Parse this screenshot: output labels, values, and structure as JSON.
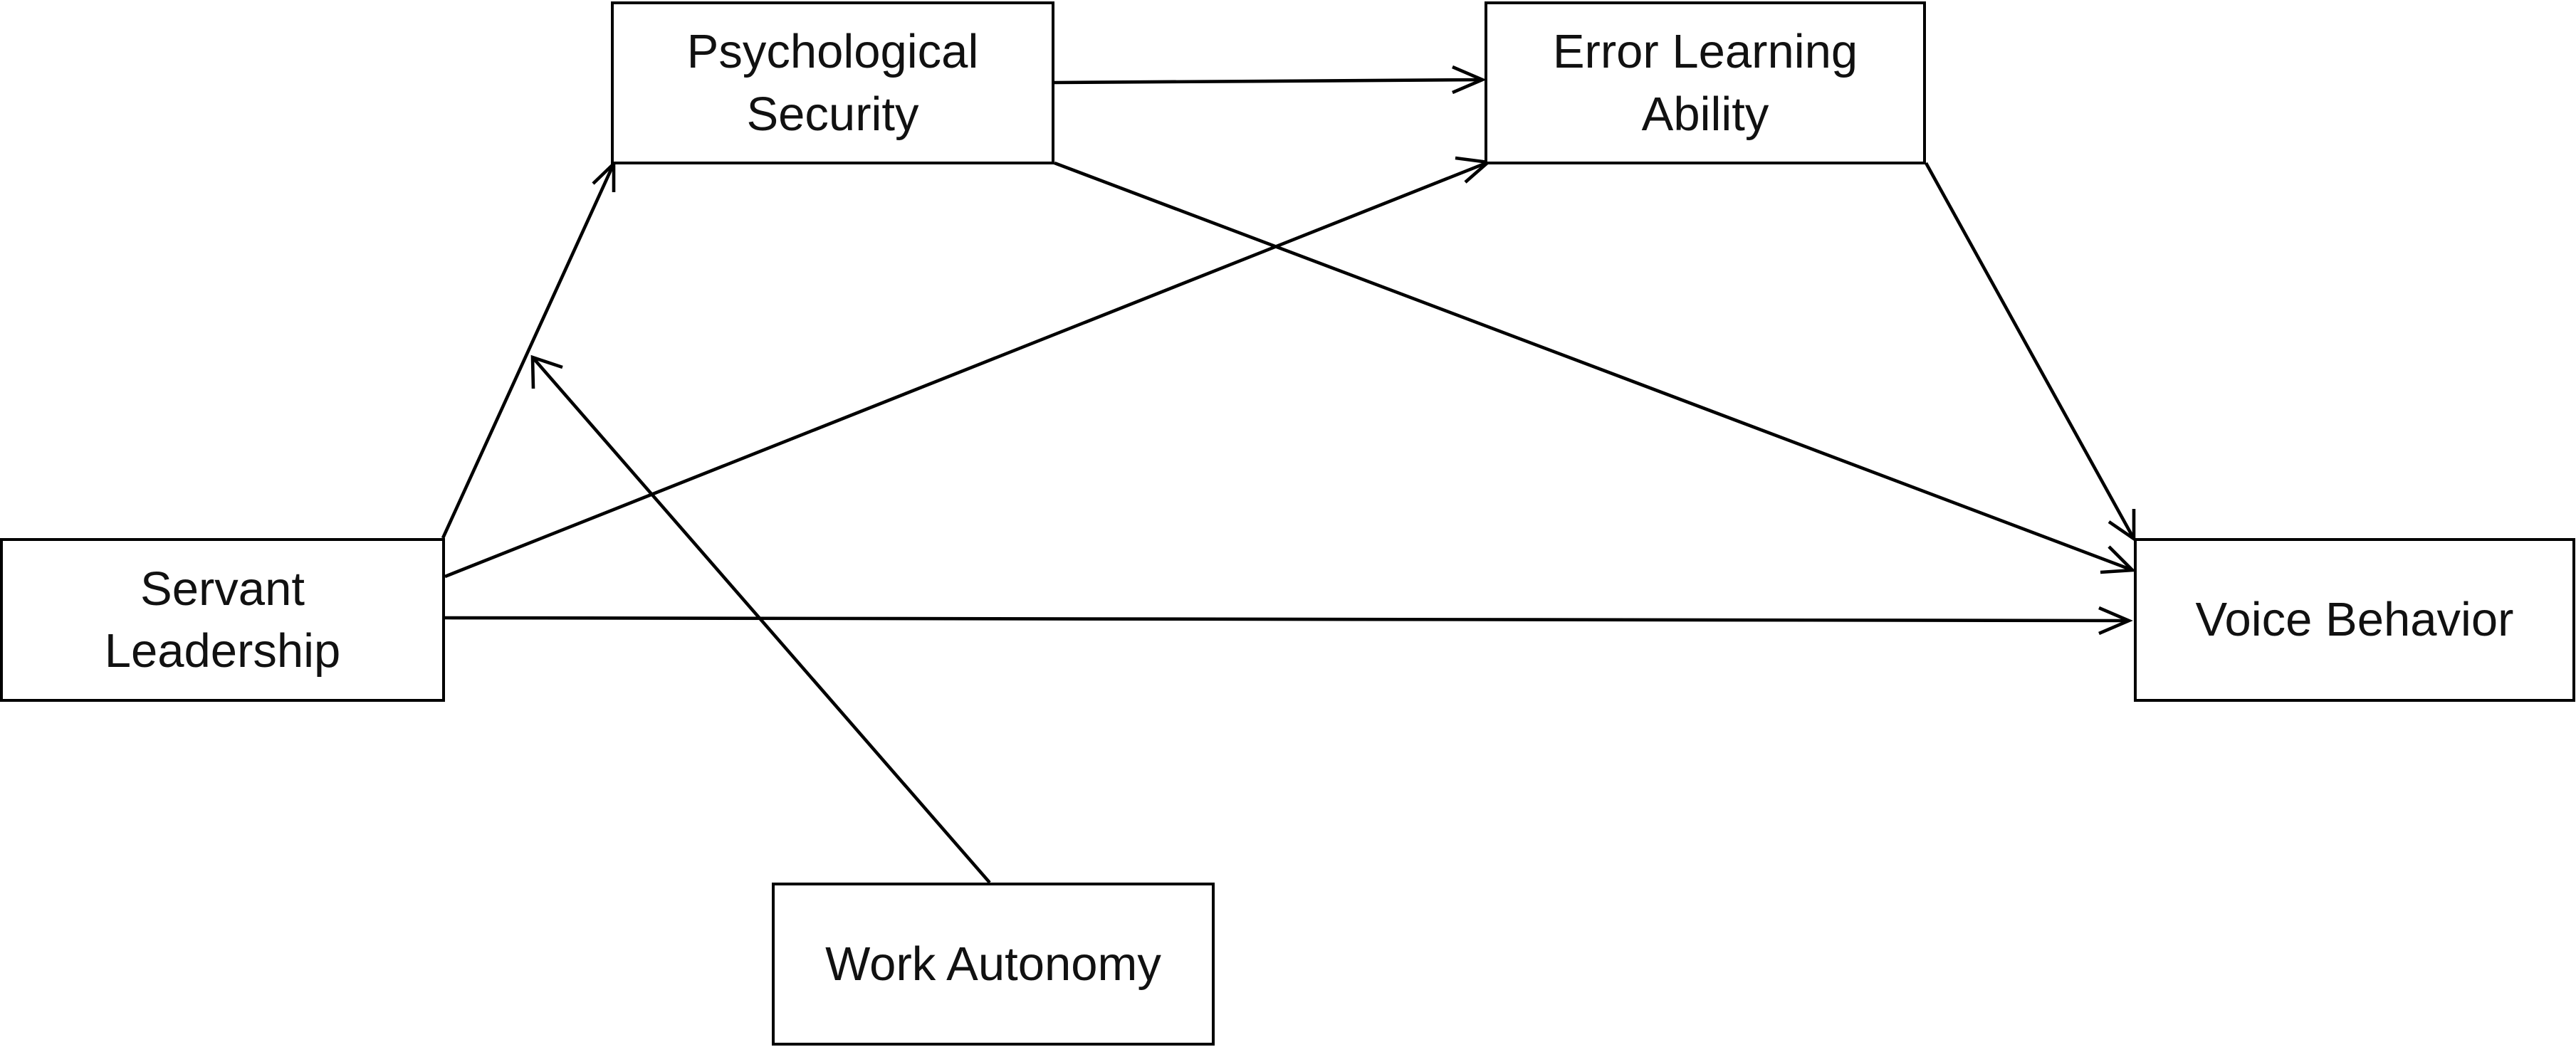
{
  "nodes": {
    "psychological_security": {
      "lines": [
        "Psychological",
        "Security"
      ]
    },
    "error_learning_ability": {
      "lines": [
        "Error Learning",
        "Ability"
      ]
    },
    "servant_leadership": {
      "lines": [
        "Servant",
        "Leadership"
      ]
    },
    "voice_behavior": {
      "lines": [
        "Voice Behavior"
      ]
    },
    "work_autonomy": {
      "lines": [
        "Work Autonomy"
      ]
    }
  },
  "edges": [
    {
      "from": "servant_leadership",
      "to": "psychological_security"
    },
    {
      "from": "servant_leadership",
      "to": "error_learning_ability"
    },
    {
      "from": "servant_leadership",
      "to": "voice_behavior"
    },
    {
      "from": "psychological_security",
      "to": "error_learning_ability"
    },
    {
      "from": "psychological_security",
      "to": "voice_behavior"
    },
    {
      "from": "error_learning_ability",
      "to": "voice_behavior"
    },
    {
      "from": "work_autonomy",
      "to": "path:servant_leadership->psychological_security"
    }
  ],
  "style": {
    "line_color": "#000000",
    "text_color": "#111111",
    "background": "#ffffff"
  }
}
